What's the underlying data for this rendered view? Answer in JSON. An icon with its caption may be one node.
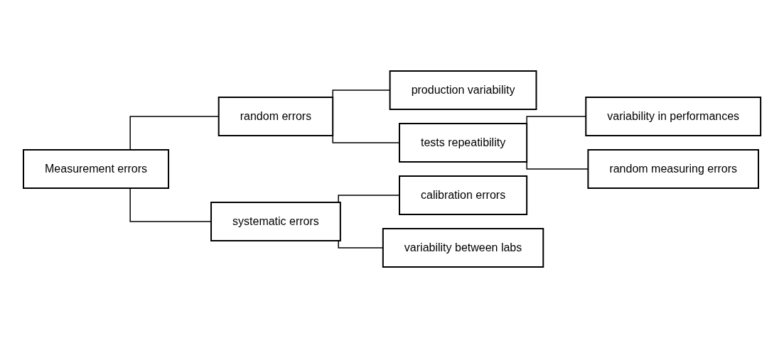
{
  "diagram": {
    "nodes": [
      {
        "text": [
          "Measurement errors"
        ]
      },
      {
        "text": [
          "random errors"
        ]
      },
      {
        "text": [
          "production variability"
        ]
      },
      {
        "text": [
          "tests repeatibility"
        ]
      },
      {
        "text": [
          "variability in performances"
        ]
      },
      {
        "text": [
          "random measuring errors"
        ]
      },
      {
        "text": [
          "systematic errors"
        ]
      },
      {
        "text": [
          "calibration errors"
        ]
      },
      {
        "text": [
          "variability between labs"
        ]
      }
    ],
    "edges": [
      {
        "from": 0,
        "to": 1,
        "arrow": "none"
      },
      {
        "from": 0,
        "to": 6,
        "arrow": "none"
      },
      {
        "from": 1,
        "to": 2,
        "arrow": "none"
      },
      {
        "from": 1,
        "to": 3,
        "arrow": "none"
      },
      {
        "from": 3,
        "to": 4,
        "arrow": "none"
      },
      {
        "from": 3,
        "to": 5,
        "arrow": "none"
      },
      {
        "from": 6,
        "to": 7,
        "arrow": "none"
      },
      {
        "from": 6,
        "to": 8,
        "arrow": "none"
      }
    ]
  }
}
